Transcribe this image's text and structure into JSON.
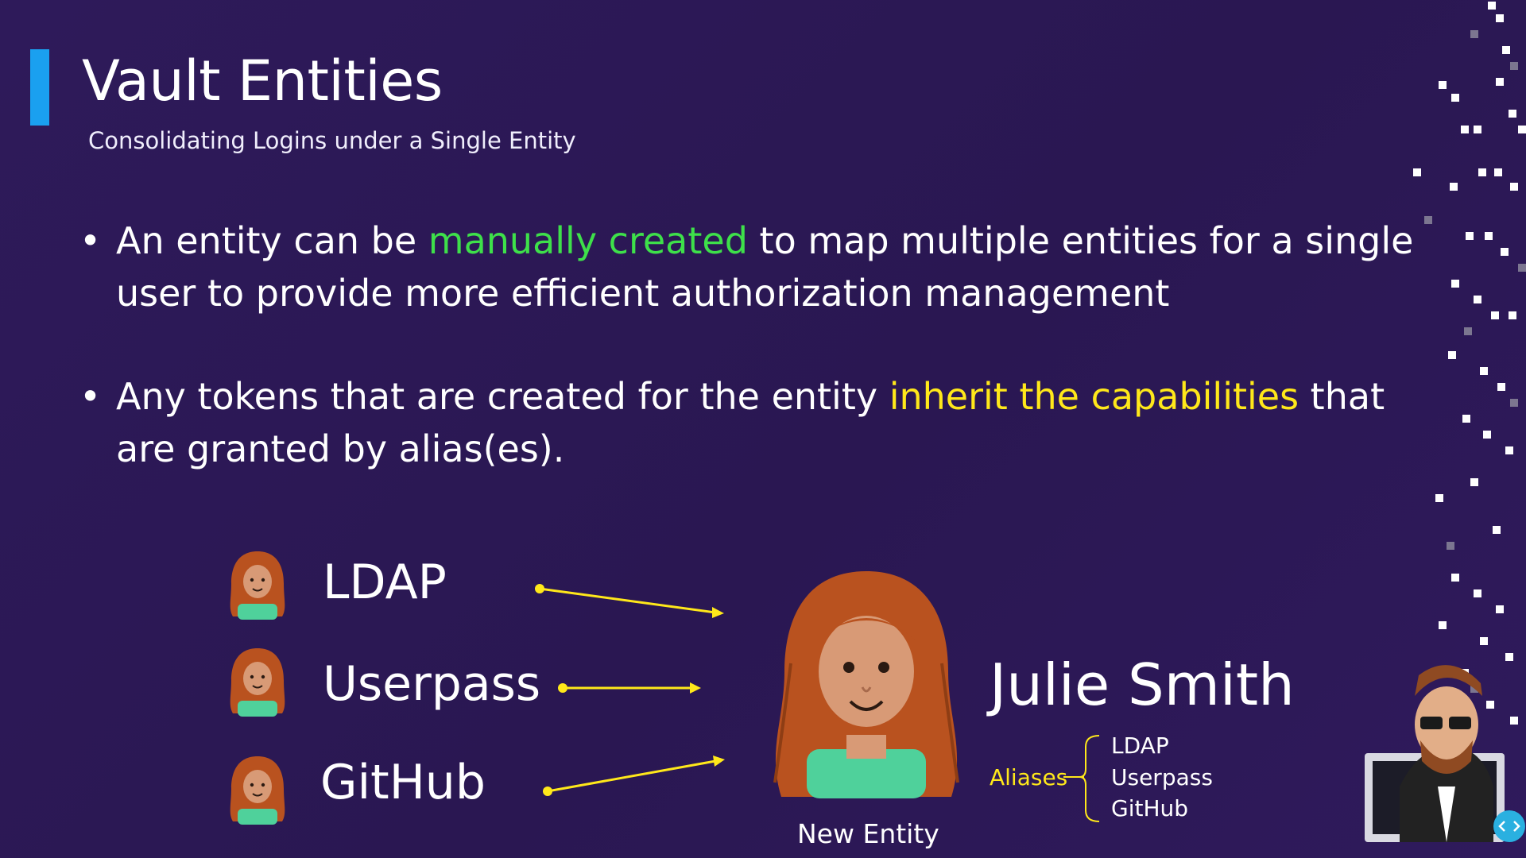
{
  "slide": {
    "title": "Vault Entities",
    "subtitle": "Consolidating Logins under a Single Entity"
  },
  "bullets": [
    {
      "before": "An entity can be ",
      "highlight": "manually created",
      "after": " to map multiple entities for a single user to provide more efficient authorization management"
    },
    {
      "before": "Any tokens that are created for the entity ",
      "highlight": "inherit the capabilities",
      "after": " that are granted by alias(es)."
    }
  ],
  "sources": [
    {
      "label": "LDAP"
    },
    {
      "label": "Userpass"
    },
    {
      "label": "GitHub"
    }
  ],
  "entity": {
    "name": "Julie Smith",
    "caption": "New Entity",
    "aliases_label": "Aliases",
    "aliases": [
      "LDAP",
      "Userpass",
      "GitHub"
    ]
  },
  "colors": {
    "background": "#2c1856",
    "accent_bar": "#1aa0f0",
    "highlight_green": "#3ee04a",
    "highlight_yellow": "#ffe81a",
    "arrow": "#ffe81a"
  }
}
